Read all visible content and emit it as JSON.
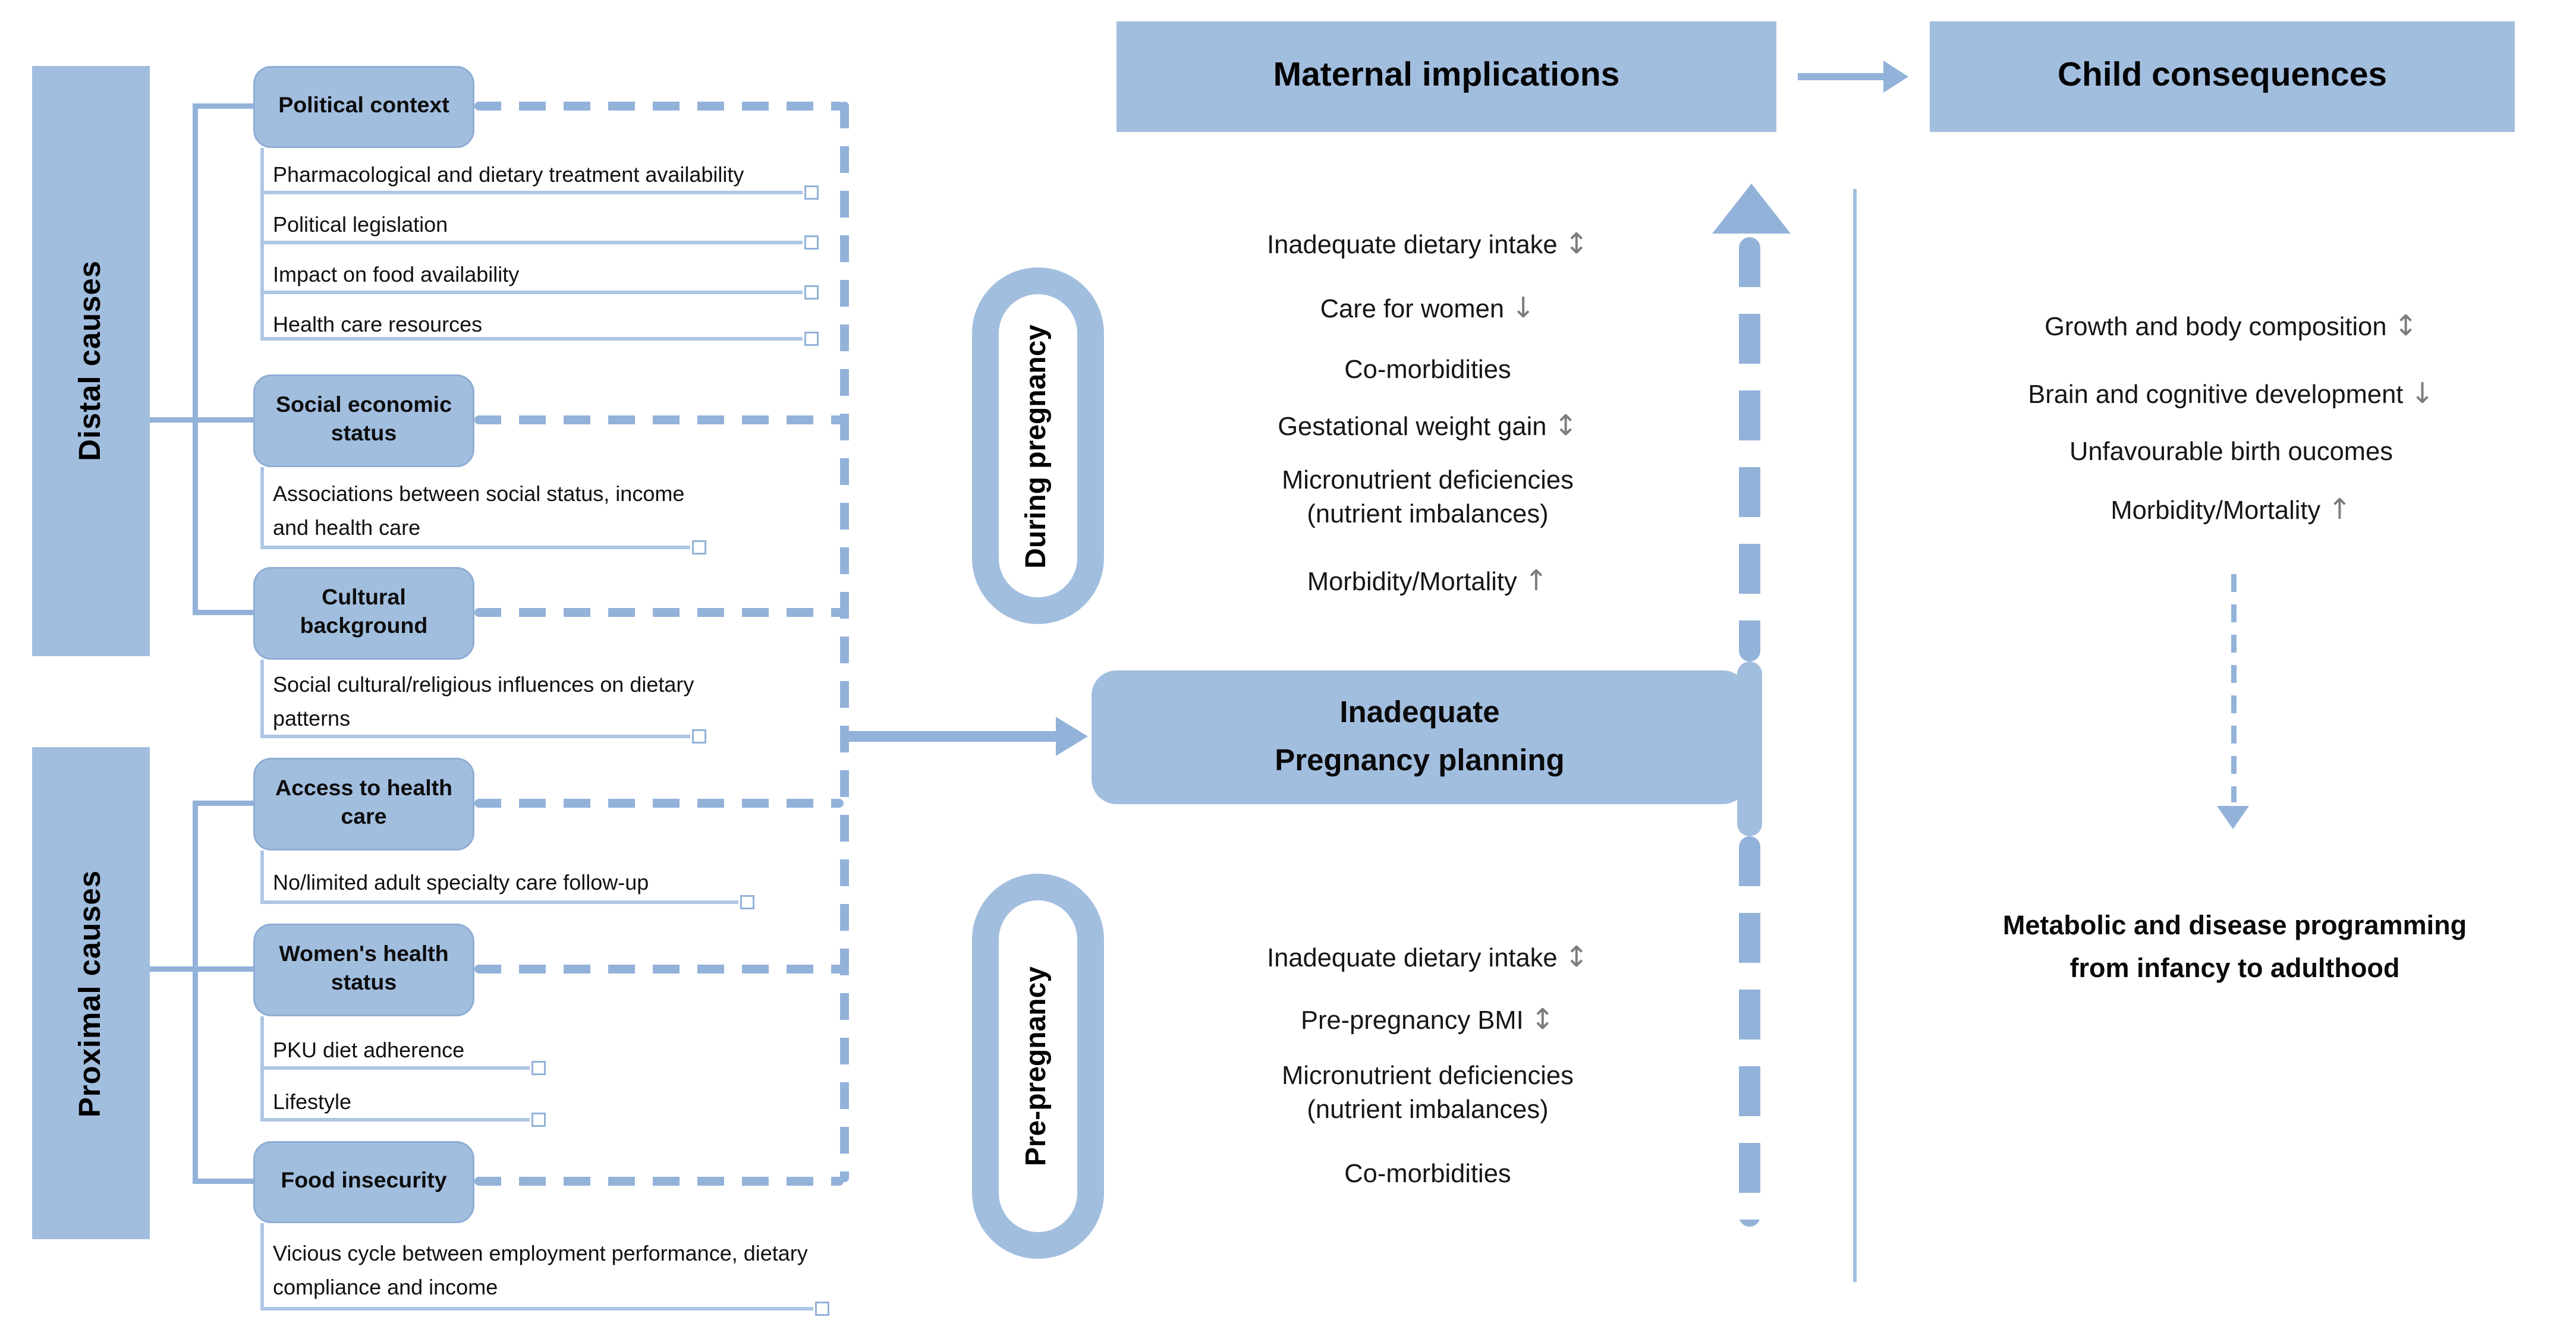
{
  "sidebar": {
    "distal_label": "Distal causes",
    "proximal_label": "Proximal causes"
  },
  "distal_groups": [
    {
      "title": "Political context",
      "items": [
        "Pharmacological and dietary treatment availability",
        "Political legislation",
        "Impact on food availability",
        "Health care resources"
      ]
    },
    {
      "title": "Social economic status",
      "items": [
        "Associations between social status, income and health care"
      ]
    },
    {
      "title": "Cultural background",
      "items": [
        "Social cultural/religious influences on dietary patterns"
      ]
    }
  ],
  "proximal_groups": [
    {
      "title": "Access to health care",
      "items": [
        "No/limited adult specialty care follow-up"
      ]
    },
    {
      "title": "Women's health status",
      "items": [
        "PKU diet adherence",
        "Lifestyle"
      ]
    },
    {
      "title": "Food insecurity",
      "items": [
        "Vicious cycle between employment performance, dietary compliance and income"
      ]
    }
  ],
  "stages": [
    {
      "label": "During pregnancy",
      "items": [
        {
          "text": "Inadequate dietary intake",
          "arrow": "↕"
        },
        {
          "text": "Care for women",
          "arrow": "↓"
        },
        {
          "text": "Co-morbidities",
          "arrow": ""
        },
        {
          "text": "Gestational weight gain",
          "arrow": "↕"
        },
        {
          "text": "Micronutrient deficiencies",
          "sub": "(nutrient imbalances)",
          "arrow": ""
        },
        {
          "text": "Morbidity/Mortality",
          "arrow": "↑"
        }
      ]
    },
    {
      "label": "Pre-pregnancy",
      "items": [
        {
          "text": "Inadequate dietary intake",
          "arrow": "↕"
        },
        {
          "text": "Pre-pregnancy BMI",
          "arrow": "↕"
        },
        {
          "text": "Micronutrient deficiencies",
          "sub": "(nutrient imbalances)",
          "arrow": ""
        },
        {
          "text": "Co-morbidities",
          "arrow": ""
        }
      ]
    }
  ],
  "planning_box": {
    "line1": "Inadequate",
    "line2": "Pregnancy planning"
  },
  "headers": {
    "maternal": "Maternal implications",
    "child": "Child consequences"
  },
  "child_consequences": [
    {
      "text": "Growth and body composition",
      "arrow": "↕"
    },
    {
      "text": "Brain and cognitive development",
      "arrow": "↓"
    },
    {
      "text": "Unfavourable birth oucomes",
      "arrow": ""
    },
    {
      "text": "Morbidity/Mortality",
      "arrow": "↑"
    }
  ],
  "outcome": {
    "line1": "Metabolic and disease programming",
    "line2": "from infancy to adulthood"
  },
  "palette": {
    "box_fill": "#a2bedf",
    "connector_blue": "#93b2d9",
    "thin_line_blue": "#afc6e4",
    "arrow_gray": "#7d7d7d"
  }
}
